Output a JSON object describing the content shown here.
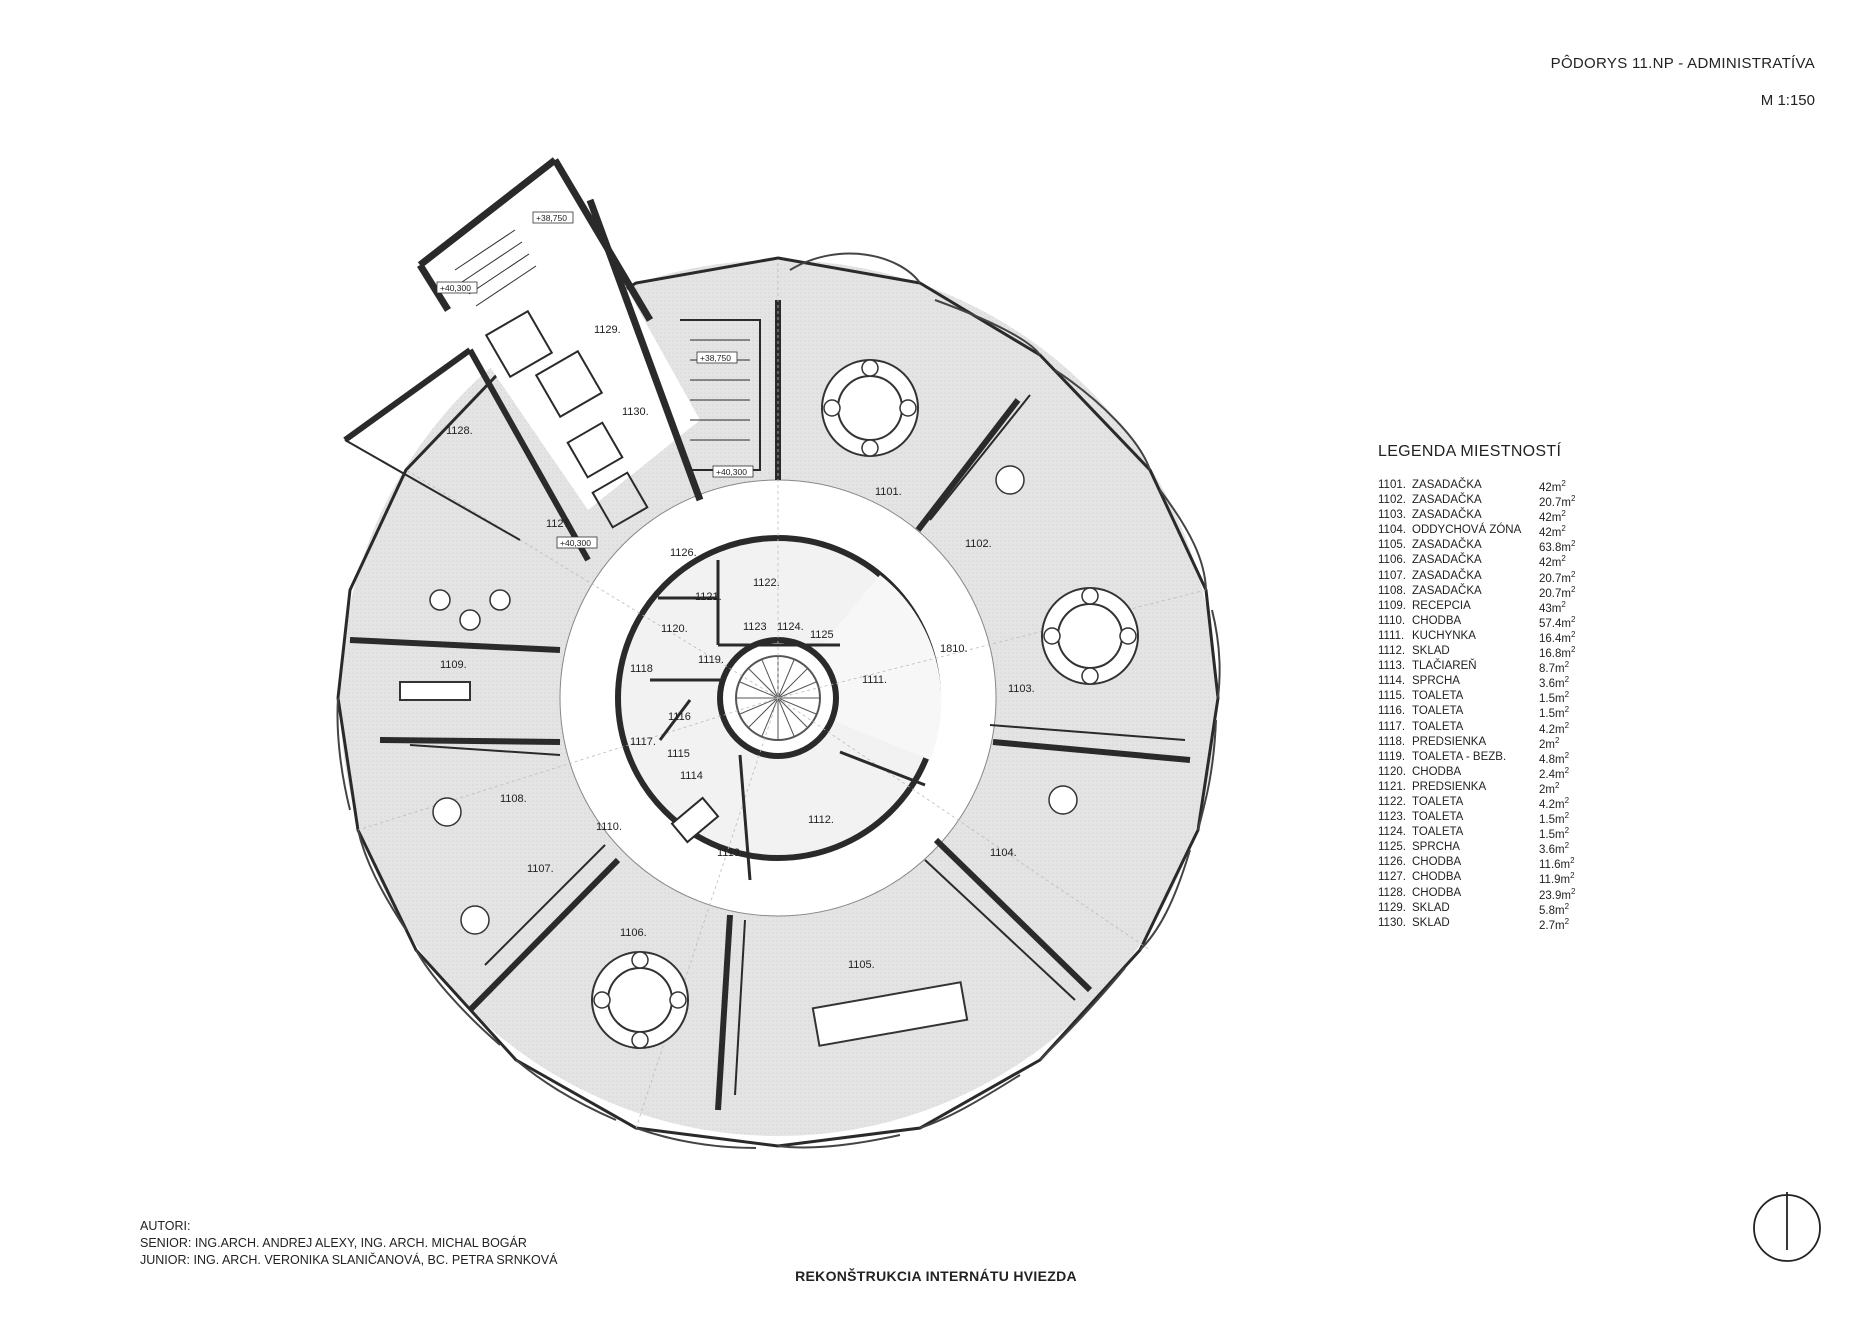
{
  "header": {
    "title": "PÔDORYS 11.NP - ADMINISTRATÍVA",
    "scale": "M 1:150"
  },
  "legend": {
    "title": "LEGENDA MIESTNOSTÍ",
    "rooms": [
      {
        "num": "1101.",
        "name": "ZASADAČKA",
        "area": "42m"
      },
      {
        "num": "1102.",
        "name": "ZASADAČKA",
        "area": "20.7m"
      },
      {
        "num": "1103.",
        "name": "ZASADAČKA",
        "area": "42m"
      },
      {
        "num": "1104.",
        "name": "ODDYCHOVÁ ZÓNA",
        "area": "42m"
      },
      {
        "num": "1105.",
        "name": "ZASADAČKA",
        "area": "63.8m"
      },
      {
        "num": "1106.",
        "name": "ZASADAČKA",
        "area": "42m"
      },
      {
        "num": "1107.",
        "name": "ZASADAČKA",
        "area": "20.7m"
      },
      {
        "num": "1108.",
        "name": "ZASADAČKA",
        "area": "20.7m"
      },
      {
        "num": "1109.",
        "name": "RECEPCIA",
        "area": "43m"
      },
      {
        "num": "1110.",
        "name": "CHODBA",
        "area": "57.4m"
      },
      {
        "num": "1111.",
        "name": "KUCHYNKA",
        "area": "16.4m"
      },
      {
        "num": "1112.",
        "name": "SKLAD",
        "area": "16.8m"
      },
      {
        "num": "1113.",
        "name": "TLAČIAREŇ",
        "area": "8.7m"
      },
      {
        "num": "1114.",
        "name": "SPRCHA",
        "area": "3.6m"
      },
      {
        "num": "1115.",
        "name": "TOALETA",
        "area": "1.5m"
      },
      {
        "num": "1116.",
        "name": "TOALETA",
        "area": "1.5m"
      },
      {
        "num": "1117.",
        "name": "TOALETA",
        "area": "4.2m"
      },
      {
        "num": "1118.",
        "name": "PREDSIENKA",
        "area": "2m"
      },
      {
        "num": "1119.",
        "name": "TOALETA - BEZB.",
        "area": "4.8m"
      },
      {
        "num": "1120.",
        "name": "CHODBA",
        "area": "2.4m"
      },
      {
        "num": "1121.",
        "name": "PREDSIENKA",
        "area": "2m"
      },
      {
        "num": "1122.",
        "name": "TOALETA",
        "area": "4.2m"
      },
      {
        "num": "1123.",
        "name": "TOALETA",
        "area": "1.5m"
      },
      {
        "num": "1124.",
        "name": "TOALETA",
        "area": "1.5m"
      },
      {
        "num": "1125.",
        "name": "SPRCHA",
        "area": "3.6m"
      },
      {
        "num": "1126.",
        "name": "CHODBA",
        "area": "11.6m"
      },
      {
        "num": "1127.",
        "name": "CHODBA",
        "area": "11.9m"
      },
      {
        "num": "1128.",
        "name": "CHODBA",
        "area": "23.9m"
      },
      {
        "num": "1129.",
        "name": "SKLAD",
        "area": "5.8m"
      },
      {
        "num": "1130.",
        "name": "SKLAD",
        "area": "2.7m"
      }
    ],
    "area_exponent": "2"
  },
  "plan": {
    "room_labels": {
      "r1101": "1101.",
      "r1102": "1102.",
      "r1103": "1103.",
      "r1104": "1104.",
      "r1105": "1105.",
      "r1106": "1106.",
      "r1107": "1107.",
      "r1108": "1108.",
      "r1109": "1109.",
      "r1110": "1110.",
      "r1111": "1111.",
      "r1112": "1112.",
      "r1113": "1113.",
      "r1114": "1114",
      "r1115": "1115",
      "r1116": "1116",
      "r1117": "1117.",
      "r1118": "1118",
      "r1119": "1119.",
      "r1120": "1120.",
      "r1121": "1121.",
      "r1122": "1122.",
      "r1123": "1123",
      "r1124": "1124.",
      "r1125": "1125",
      "r1126": "1126.",
      "r1127": "1127.",
      "r1128": "1128.",
      "r1129": "1129.",
      "r1130": "1130.",
      "r1810": "1810."
    },
    "levels": {
      "l1": "+38,750",
      "l2": "+40,300",
      "l3": "+38,750",
      "l4": "+40,300",
      "l5": "+40,300"
    }
  },
  "authors": {
    "heading": "AUTORI:",
    "senior": "SENIOR: ING.ARCH. ANDREJ ALEXY, ING. ARCH. MICHAL BOGÁR",
    "junior": "JUNIOR: ING. ARCH. VERONIKA SLANIČANOVÁ, BC. PETRA SRNKOVÁ"
  },
  "project": "REKONŠTRUKCIA INTERNÁTU HVIEZDA",
  "colors": {
    "wall": "#2a2a2a",
    "floor": "#e6e6e6",
    "core": "#f0f0f0",
    "line": "#555555"
  }
}
